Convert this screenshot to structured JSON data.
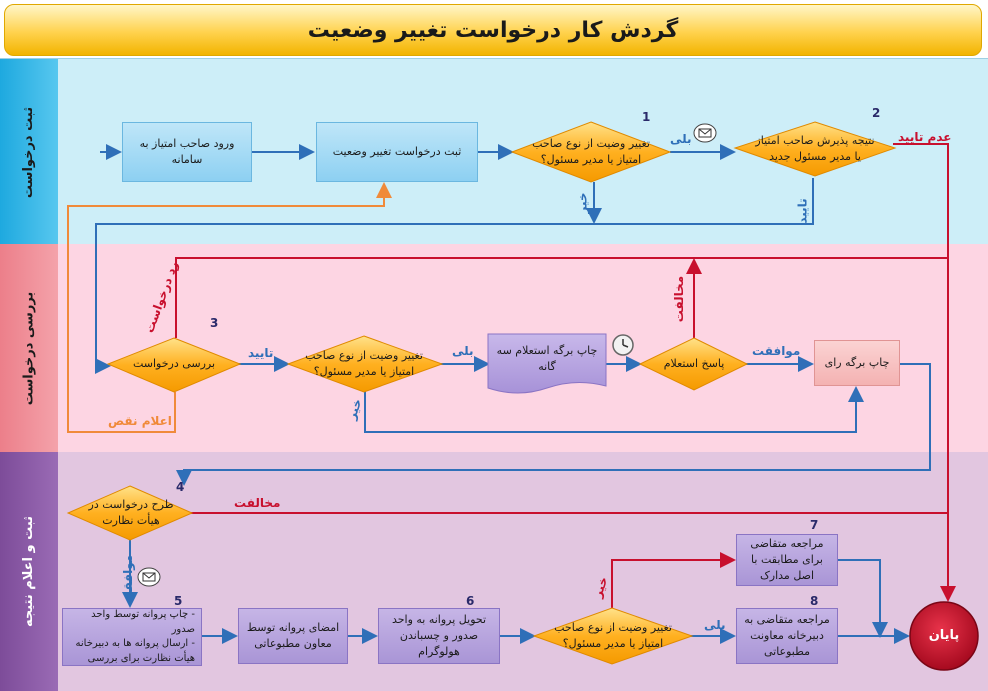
{
  "title": "گردش کار درخواست تغییر وضعیت",
  "lanes": [
    {
      "label": "ثبت درخواست"
    },
    {
      "label": "بررسی درخواست"
    },
    {
      "label": "ثبت و اعلام نتیجه"
    }
  ],
  "lane1": {
    "box_login": "ورود صاحب امتیاز به سامانه",
    "box_register": "ثبت درخواست تغییر وضعیت",
    "d1_text": "تغییر وضیت از نوع صاحب امتیاز یا مدیر مسئول؟",
    "d1_num": "1",
    "d2_text": "نتیجه پذیرش صاحب امتیاز یا مدیر مسئول جدید",
    "d2_num": "2",
    "yes": "بلی",
    "no": "خیر",
    "approve": "تایید",
    "not_approve": "عدم تایید"
  },
  "lane2": {
    "d3_text": "بررسی درخواست",
    "d3_num": "3",
    "d4_text": "تغییر وضیت از نوع صاحب امتیاز یا مدیر مسئول؟",
    "doc_text": "چاپ برگه استعلام سه گانه",
    "d5_text": "پاسخ استعلام",
    "box_print": "چاپ برگه رای",
    "reject": "رد درخواست",
    "approve": "تایید",
    "yes": "بلی",
    "no": "خیر",
    "oppose": "مخالفت",
    "agree": "موافقت",
    "deficiency": "اعلام نقص"
  },
  "lane3": {
    "d6_text": "طرح درخواست در هیأت نظارت",
    "d6_num": "4",
    "oppose": "مخالفت",
    "agree": "موافقت",
    "box_print": "- چاپ پروانه توسط واحد صدور\n- ارسال پروانه ها به دبیرخانه هیأت نظارت برای بررسی",
    "box_print_num": "5",
    "box_sign": "امضای پروانه توسط معاون مطبوعاتی",
    "box_deliver": "تحویل پروانه به واحد صدور و چسباندن هولوگرام",
    "box_deliver_num": "6",
    "d7_text": "تغییر وضیت از نوع صاحب امتیاز یا مدیر مسئول؟",
    "no": "خیر",
    "yes": "بلی",
    "box_match": "مراجعه متقاضی برای مطابقت با اصل مدارک",
    "box_match_num": "7",
    "box_office": "مراجعه متقاضی به دبیرخانه معاونت مطبوعاتی",
    "box_office_num": "8",
    "end": "پایان"
  },
  "colors": {
    "lane1_bg": "#cdeef8",
    "lane2_bg": "#fdd5e3",
    "lane3_bg": "#e2c6e0",
    "lane1_head": "#2fb7e8",
    "lane2_head": "#f08a94",
    "lane3_head": "#8a5aa4",
    "blue_line": "#2f6fb8",
    "red_line": "#c8102e",
    "orange_line": "#f08a3a"
  }
}
